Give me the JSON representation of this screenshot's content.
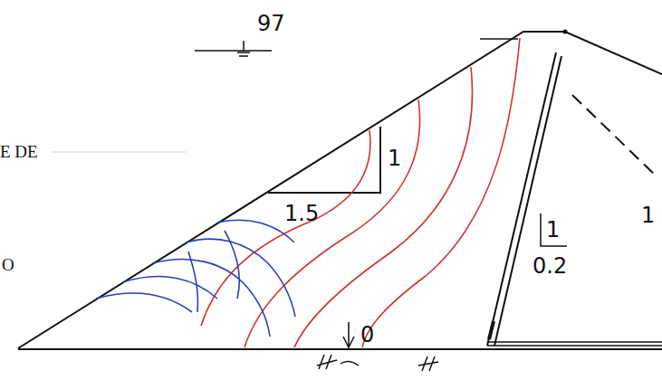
{
  "diagram": {
    "labels": [
      "E DE",
      "O",
      "97",
      "1",
      "1.5",
      "1",
      "0.2",
      "1",
      "0"
    ]
  }
}
